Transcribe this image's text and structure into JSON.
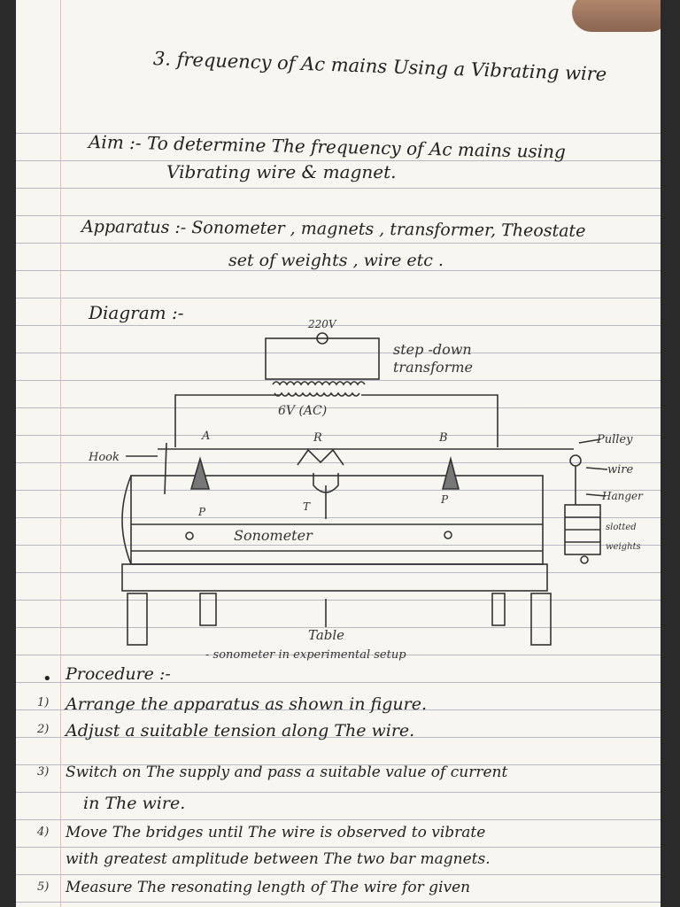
{
  "title": "3. frequency of Ac mains Using a Vibrating wire",
  "aim": {
    "line1": "Aim :- To determine The frequency of Ac mains using",
    "line2": "Vibrating wire & magnet."
  },
  "apparatus": {
    "line1": "Apparatus :- Sonometer , magnets , transformer, Theostate",
    "line2": "set of weights , wire etc ."
  },
  "diagram_heading": "Diagram :-",
  "diagram": {
    "supply": "220V",
    "transformer": [
      "step -down",
      "transforme"
    ],
    "secondary": "6V (AC)",
    "bridge_a": "A",
    "bridge_r": "R",
    "bridge_b": "B",
    "hook": "Hook",
    "pulley": "Pulley",
    "wire": "wire",
    "hanger": "Hanger",
    "weights": [
      "slotted",
      "weights"
    ],
    "p1": "P",
    "t": "T",
    "p2": "P",
    "sonometer": "Sonometer",
    "table": "Table",
    "caption": "- sonometer in experimental setup"
  },
  "procedure": {
    "heading": "Procedure :-",
    "steps": [
      {
        "num": "1)",
        "text": "Arrange the apparatus as shown in figure."
      },
      {
        "num": "2)",
        "text": "Adjust a suitable tension along The wire."
      },
      {
        "num": "3)",
        "text": "Switch on The supply and pass a suitable value of current"
      },
      {
        "num": "",
        "text": "in The wire."
      },
      {
        "num": "4)",
        "text": "Move The bridges until The wire is observed to vibrate"
      },
      {
        "num": "",
        "text": "with greatest amplitude between The two bar magnets."
      },
      {
        "num": "5)",
        "text": "Measure The resonating length of The wire for given"
      }
    ]
  }
}
